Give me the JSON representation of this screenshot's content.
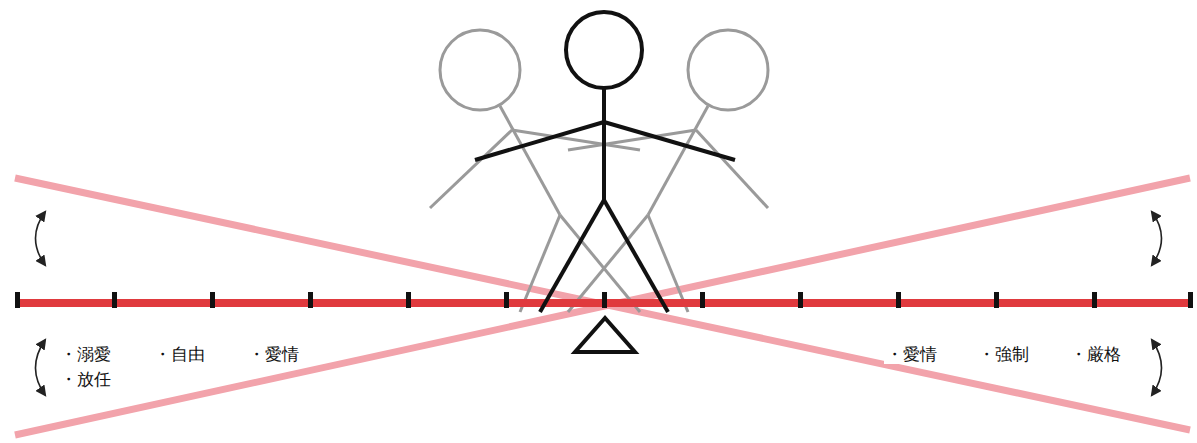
{
  "diagram": {
    "labels": [
      "・溺愛",
      "・放任",
      "・自由",
      "・愛情",
      "・愛情",
      "・強制",
      "・厳格"
    ]
  }
}
